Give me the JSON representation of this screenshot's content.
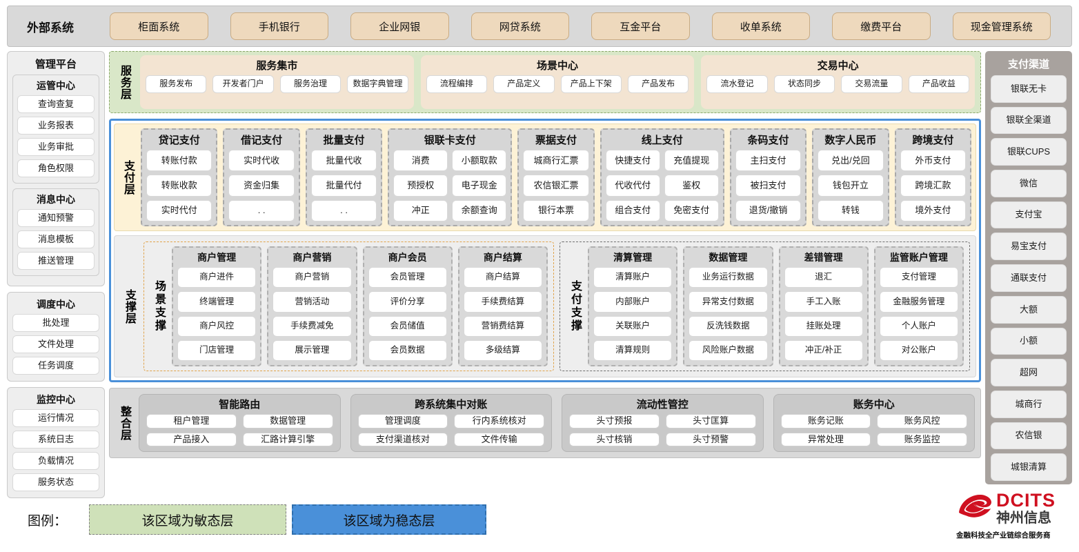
{
  "external": {
    "title": "外部系统",
    "items": [
      "柜面系统",
      "手机银行",
      "企业网银",
      "网贷系统",
      "互金平台",
      "收单系统",
      "缴费平台",
      "现金管理系统"
    ]
  },
  "management": {
    "title": "管理平台",
    "groups": [
      {
        "title": "运管中心",
        "items": [
          "查询查复",
          "业务报表",
          "业务审批",
          "角色权限"
        ]
      },
      {
        "title": "消息中心",
        "items": [
          "通知预警",
          "消息模板",
          "推送管理"
        ]
      }
    ],
    "standalone": [
      {
        "title": "调度中心",
        "items": [
          "批处理",
          "文件处理",
          "任务调度"
        ]
      },
      {
        "title": "监控中心",
        "items": [
          "运行情况",
          "系统日志",
          "负载情况",
          "服务状态"
        ]
      }
    ]
  },
  "service_layer": {
    "label": "服务层",
    "groups": [
      {
        "title": "服务集市",
        "items": [
          "服务发布",
          "开发者门户",
          "服务治理",
          "数据字典管理"
        ]
      },
      {
        "title": "场景中心",
        "items": [
          "流程编排",
          "产品定义",
          "产品上下架",
          "产品发布"
        ]
      },
      {
        "title": "交易中心",
        "items": [
          "流水登记",
          "状态同步",
          "交易流量",
          "产品收益"
        ]
      }
    ]
  },
  "payment_layer": {
    "label": "支付层",
    "groups": [
      {
        "title": "贷记支付",
        "cols": 1,
        "rows": [
          [
            "转账付款"
          ],
          [
            "转账收款"
          ],
          [
            "实时代付"
          ]
        ]
      },
      {
        "title": "借记支付",
        "cols": 1,
        "rows": [
          [
            "实时代收"
          ],
          [
            "资金归集"
          ],
          [
            ". ."
          ]
        ]
      },
      {
        "title": "批量支付",
        "cols": 1,
        "rows": [
          [
            "批量代收"
          ],
          [
            "批量代付"
          ],
          [
            ". ."
          ]
        ]
      },
      {
        "title": "银联卡支付",
        "cols": 2,
        "rows": [
          [
            "消费",
            "小额取款"
          ],
          [
            "预授权",
            "电子现金"
          ],
          [
            "冲正",
            "余额查询"
          ]
        ]
      },
      {
        "title": "票据支付",
        "cols": 1,
        "rows": [
          [
            "城商行汇票"
          ],
          [
            "农信银汇票"
          ],
          [
            "银行本票"
          ]
        ]
      },
      {
        "title": "线上支付",
        "cols": 2,
        "rows": [
          [
            "快捷支付",
            "充值提现"
          ],
          [
            "代收代付",
            "鉴权"
          ],
          [
            "组合支付",
            "免密支付"
          ]
        ]
      },
      {
        "title": "条码支付",
        "cols": 1,
        "rows": [
          [
            "主扫支付"
          ],
          [
            "被扫支付"
          ],
          [
            "退货/撤销"
          ]
        ]
      },
      {
        "title": "数字人民币",
        "cols": 1,
        "rows": [
          [
            "兑出/兑回"
          ],
          [
            "钱包开立"
          ],
          [
            "转钱"
          ]
        ]
      },
      {
        "title": "跨境支付",
        "cols": 1,
        "rows": [
          [
            "外币支付"
          ],
          [
            "跨境汇款"
          ],
          [
            "境外支付"
          ]
        ]
      }
    ]
  },
  "support_layer": {
    "label": "支撑层",
    "blocks": [
      {
        "label": "场景支撑",
        "groups": [
          {
            "title": "商户管理",
            "items": [
              "商户进件",
              "终端管理",
              "商户风控",
              "门店管理"
            ]
          },
          {
            "title": "商户营销",
            "items": [
              "商户营销",
              "营销活动",
              "手续费减免",
              "展示管理"
            ]
          },
          {
            "title": "商户会员",
            "items": [
              "会员管理",
              "评价分享",
              "会员储值",
              "会员数据"
            ]
          },
          {
            "title": "商户结算",
            "items": [
              "商户结算",
              "手续费结算",
              "营销费结算",
              "多级结算"
            ]
          }
        ]
      },
      {
        "label": "支付支撑",
        "groups": [
          {
            "title": "清算管理",
            "items": [
              "清算账户",
              "内部账户",
              "关联账户",
              "清算规则"
            ]
          },
          {
            "title": "数据管理",
            "items": [
              "业务运行数据",
              "异常支付数据",
              "反洗钱数据",
              "风险账户数据"
            ]
          },
          {
            "title": "差错管理",
            "items": [
              "退汇",
              "手工入账",
              "挂账处理",
              "冲正/补正"
            ]
          },
          {
            "title": "监管账户管理",
            "items": [
              "支付管理",
              "金融服务管理",
              "个人账户",
              "对公账户"
            ]
          }
        ]
      }
    ]
  },
  "integration_layer": {
    "label": "整合层",
    "groups": [
      {
        "title": "智能路由",
        "rows": [
          [
            "租户管理",
            "数据管理"
          ],
          [
            "产品接入",
            "汇路计算引擎"
          ]
        ]
      },
      {
        "title": "跨系统集中对账",
        "rows": [
          [
            "管理调度",
            "行内系统核对"
          ],
          [
            "支付渠道核对",
            "文件传输"
          ]
        ]
      },
      {
        "title": "流动性管控",
        "rows": [
          [
            "头寸预报",
            "头寸匡算"
          ],
          [
            "头寸核销",
            "头寸预警"
          ]
        ]
      },
      {
        "title": "账务中心",
        "rows": [
          [
            "账务记账",
            "账务风控"
          ],
          [
            "异常处理",
            "账务监控"
          ]
        ]
      }
    ]
  },
  "pay_channel": {
    "title": "支付渠道",
    "items": [
      "银联无卡",
      "银联全渠道",
      "银联CUPS",
      "微信",
      "支付宝",
      "易宝支付",
      "通联支付",
      "大额",
      "小额",
      "超网",
      "城商行",
      "农信银",
      "城银清算"
    ]
  },
  "legend": {
    "label": "图例：",
    "agile": "该区域为敏态层",
    "stable": "该区域为稳态层"
  },
  "logo": {
    "name_en": "DCITS",
    "name_cn": "神州信息",
    "tagline": "金融科技全产业链综合服务商"
  },
  "colors": {
    "agile_green": "#cfe1b9",
    "stable_blue": "#4a90d9",
    "external_chip": "#eed9bd",
    "payment_bg": "#fdf2d6",
    "brand_red": "#cf1020"
  }
}
